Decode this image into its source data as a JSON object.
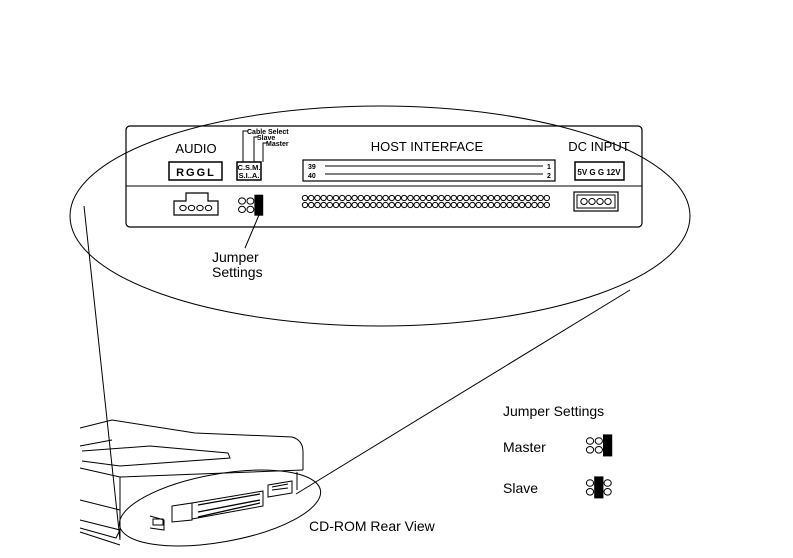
{
  "callout": {
    "audio": {
      "title": "AUDIO",
      "pins": "RGGL"
    },
    "jumper_block": {
      "top_row": "C.S.M.",
      "bottom_row": "S.I..A.",
      "leader_labels": [
        "Cable Select",
        "Slave",
        "Master"
      ]
    },
    "host_interface": {
      "title": "HOST INTERFACE",
      "pin_left_top": "39",
      "pin_left_bottom": "40",
      "pin_right_top": "1",
      "pin_right_bottom": "2"
    },
    "dc_input": {
      "title": "DC INPUT",
      "pins": "5V G G 12V"
    },
    "pointer_label_line1": "Jumper",
    "pointer_label_line2": "Settings"
  },
  "legend": {
    "title": "Jumper Settings",
    "items": [
      {
        "label": "Master",
        "jumper_position": "right"
      },
      {
        "label": "Slave",
        "jumper_position": "middle"
      }
    ]
  },
  "caption": "CD-ROM Rear View"
}
